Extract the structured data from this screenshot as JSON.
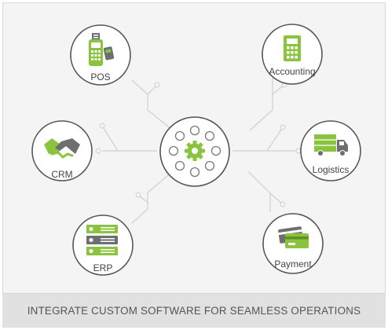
{
  "diagram": {
    "nodes": {
      "pos": "POS",
      "accounting": "Accounting",
      "crm": "CRM",
      "logistics": "Logistics",
      "erp": "ERP",
      "payment": "Payment"
    },
    "footer": "INTEGRATE CUSTOM SOFTWARE FOR SEAMLESS OPERATIONS"
  },
  "colors": {
    "accent_green": "#8ac43f",
    "icon_gray": "#6d6e70",
    "line_gray": "#cfcfcf",
    "circle_outline": "#555555",
    "background": "#f4f4f4"
  },
  "icons": {
    "hub": "gear-icon",
    "pos": "pos-terminal-icon",
    "accounting": "calculator-icon",
    "crm": "handshake-icon",
    "logistics": "truck-icon",
    "erp": "server-icon",
    "payment": "credit-card-icon"
  }
}
